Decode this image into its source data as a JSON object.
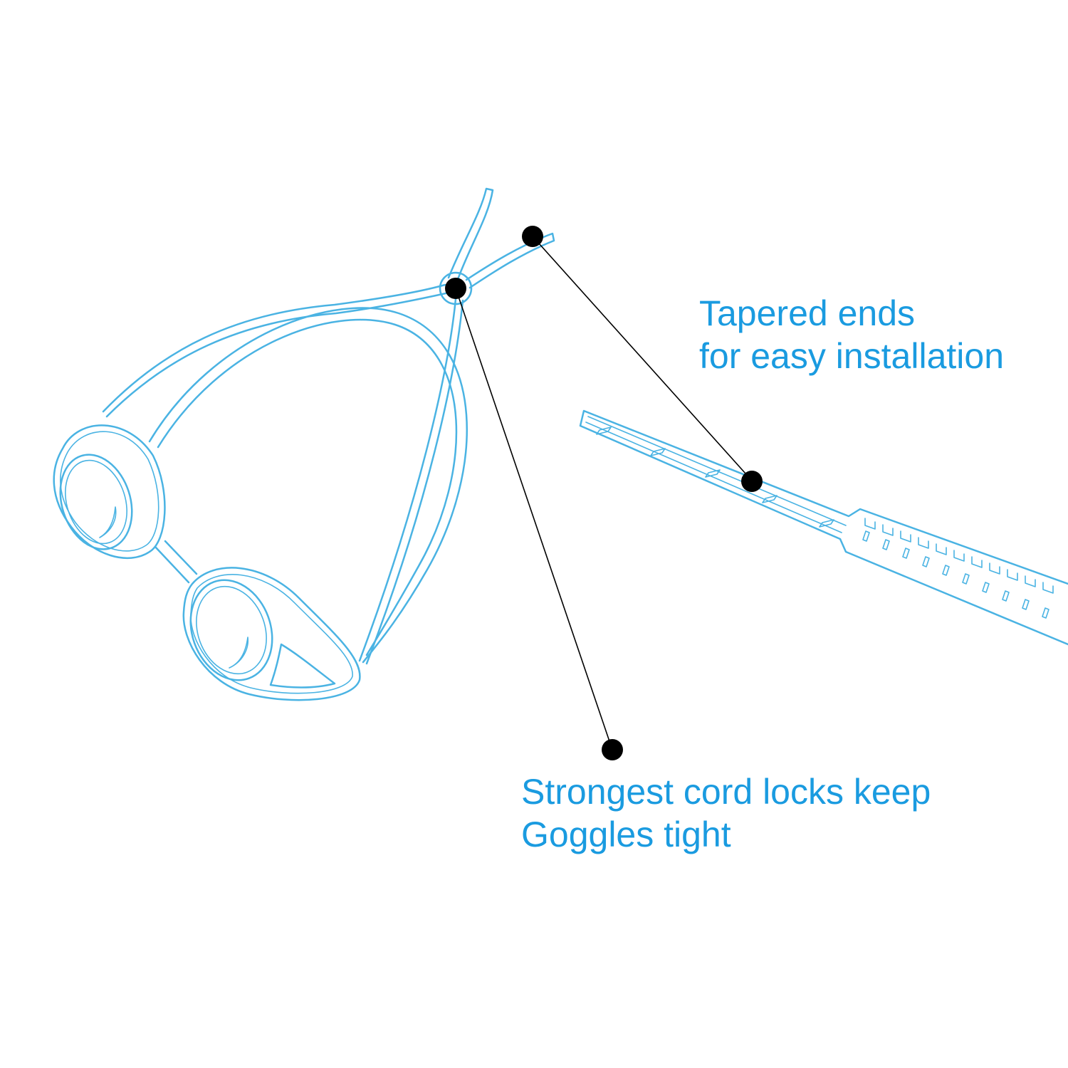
{
  "callouts": {
    "tapered_ends": {
      "line1": "Tapered ends",
      "line2": "for easy installation"
    },
    "cord_locks": {
      "line1": "Strongest cord locks keep",
      "line2": "Goggles tight"
    }
  },
  "colors": {
    "accent_text": "#1a9be0",
    "outline": "#4ab3e3",
    "leader": "#000000",
    "background": "#ffffff"
  },
  "icons": {
    "goggles": "swim-goggles-outline-icon",
    "strap": "tapered-strap-outline-icon"
  }
}
